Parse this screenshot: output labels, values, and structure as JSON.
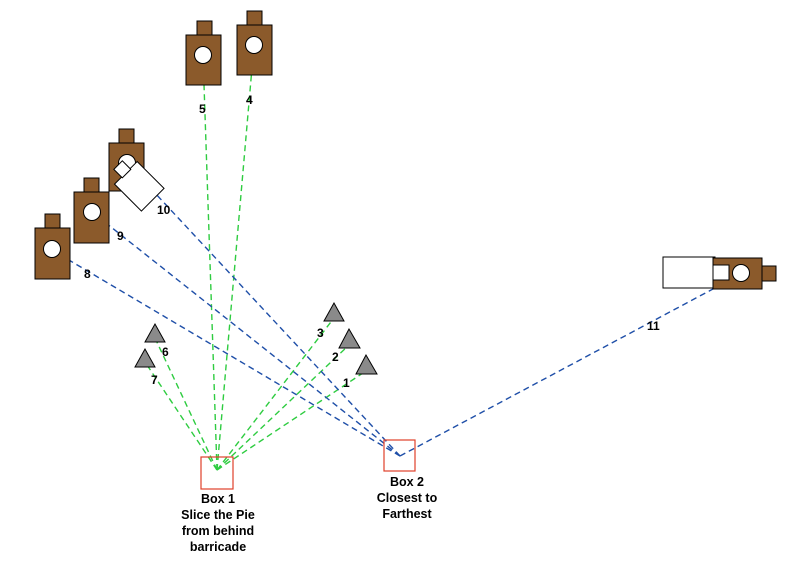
{
  "boxes": [
    {
      "id": "box1",
      "lines": [
        "Box 1",
        "Slice the Pie",
        "from behind",
        "barricade"
      ]
    },
    {
      "id": "box2",
      "lines": [
        "Box 2",
        "Closest to",
        "Farthest"
      ]
    }
  ],
  "target_labels": [
    "1",
    "2",
    "3",
    "4",
    "5",
    "6",
    "7",
    "8",
    "9",
    "10",
    "11"
  ],
  "colors": {
    "target_brown": "#8b5a2b",
    "shoot_box": "#e0402a",
    "box1_lines": "#2ecc40",
    "box2_lines": "#1f4fa8",
    "triangle_gray": "#8a8a8a"
  }
}
